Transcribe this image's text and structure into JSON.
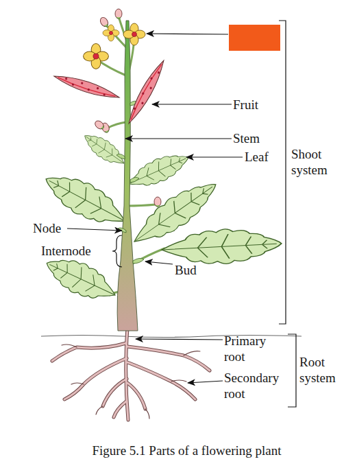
{
  "diagram": {
    "caption": "Figure 5.1 Parts of a flowering plant",
    "labels": [
      "Fruit",
      "Stem",
      "Leaf",
      "Shoot system",
      "Node",
      "Internode",
      "Bud",
      "Primary root",
      "Root system",
      "Secondary root"
    ]
  }
}
